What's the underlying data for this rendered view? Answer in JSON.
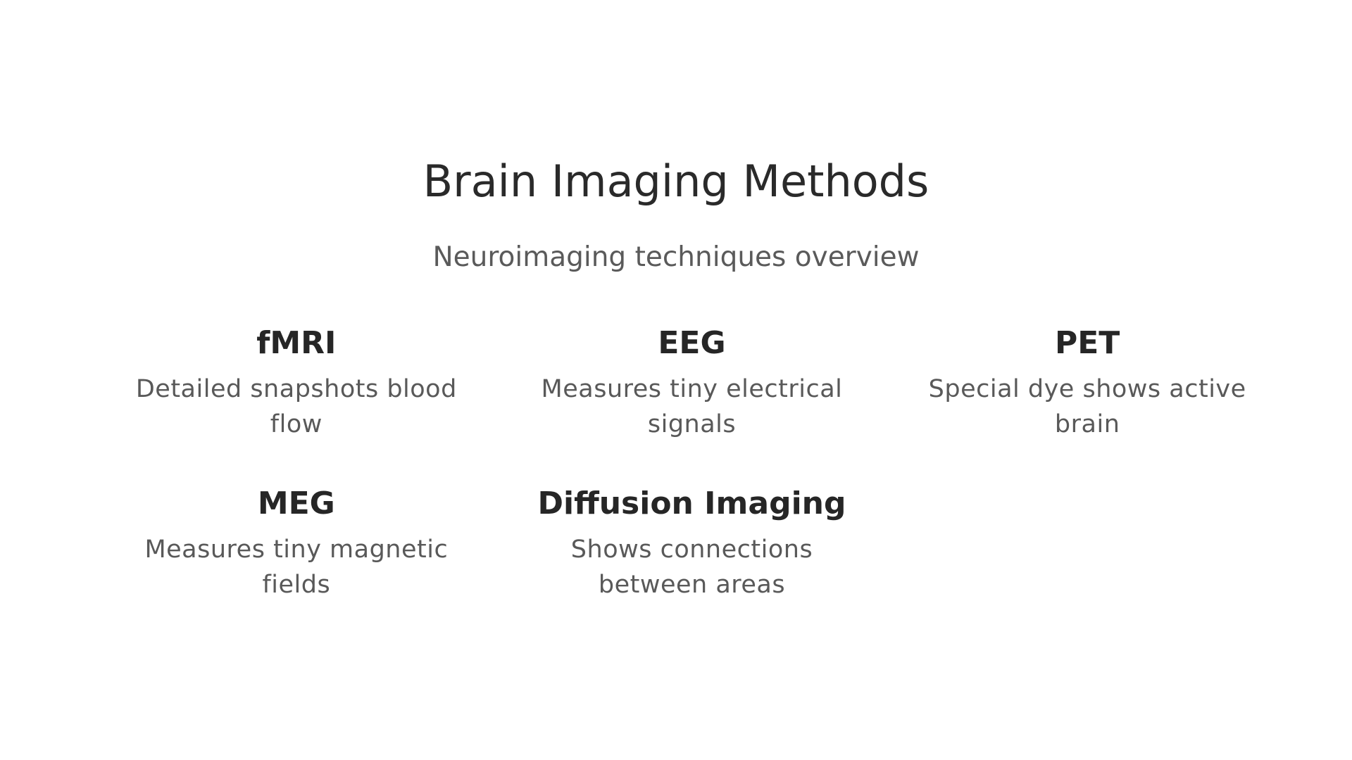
{
  "header": {
    "title": "Brain Imaging Methods",
    "subtitle": "Neuroimaging techniques overview"
  },
  "methods": [
    {
      "title": "fMRI",
      "description": "Detailed snapshots blood flow"
    },
    {
      "title": "EEG",
      "description": "Measures tiny electrical signals"
    },
    {
      "title": "PET",
      "description": "Special dye shows active brain"
    },
    {
      "title": "MEG",
      "description": "Measures tiny magnetic fields"
    },
    {
      "title": "Diffusion Imaging",
      "description": "Shows connections between areas"
    }
  ],
  "colors": {
    "background": "#ffffff",
    "title": "#2a2a2a",
    "text": "#595959"
  }
}
